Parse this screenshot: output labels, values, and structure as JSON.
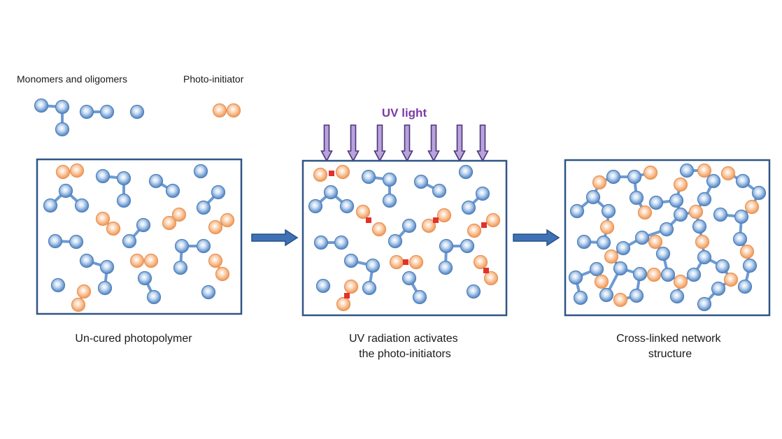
{
  "legend": {
    "monomers_label": "Monomers and oligomers",
    "initiator_label": "Photo-initiator"
  },
  "uv": {
    "label": "UV light",
    "arrow_count": 7
  },
  "panels": [
    {
      "id": "uncured",
      "caption_lines": [
        "Un-cured photopolymer"
      ]
    },
    {
      "id": "activated",
      "caption_lines": [
        "UV radiation activates",
        "the photo-initiators"
      ]
    },
    {
      "id": "crosslinked",
      "caption_lines": [
        "Cross-linked network",
        "structure"
      ]
    }
  ],
  "colors": {
    "monomer": "#6d9bd2",
    "monomer_edge": "#4f7fb8",
    "initiator": "#f5a96e",
    "initiator_edge": "#e89356",
    "radical": "#e4302b",
    "panel_border": "#2f5586",
    "process_arrow": "#3f72b5",
    "process_arrow_edge": "#274f86",
    "uv_text": "#7a3aa8",
    "uv_arrow_fill": "#b9a2dc",
    "uv_arrow_edge": "#4a3478"
  }
}
